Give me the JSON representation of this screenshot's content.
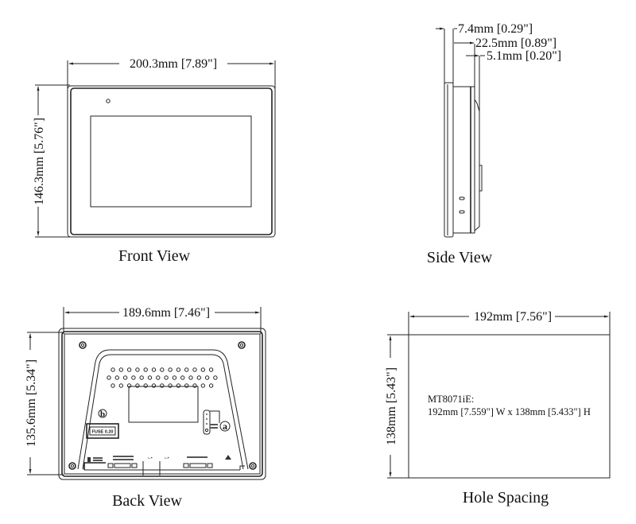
{
  "title": "MT8071iE Dimensions",
  "views": {
    "front": {
      "caption": "Front View",
      "width_dim": "200.3mm [7.89\"]",
      "height_dim": "146.3mm [5.76\"]"
    },
    "side": {
      "caption": "Side View",
      "dims": [
        "7.4mm [0.29\"]",
        "22.5mm [0.89\"]",
        "5.1mm [0.20\"]"
      ]
    },
    "back": {
      "caption": "Back View",
      "width_dim": "189.6mm [7.46\"]",
      "height_dim": "135.6mm [5.34\"]",
      "marker_a": "a",
      "marker_b": "b",
      "fuse_label": "FUSE 0.20"
    },
    "hole": {
      "caption": "Hole Spacing",
      "width_dim": "192mm [7.56\"]",
      "height_dim": "138mm [5.43\"]",
      "model": "MT8071iE:",
      "spec": "192mm [7.559\"] W x 138mm [5.433\"] H"
    }
  }
}
